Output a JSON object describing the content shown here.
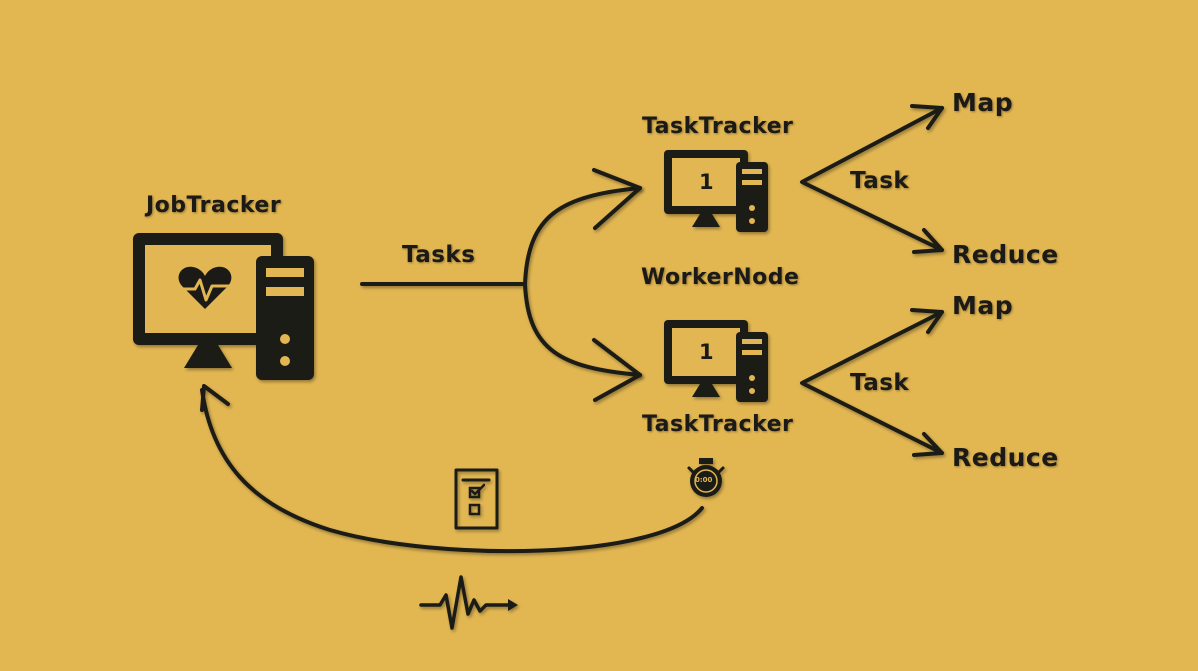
{
  "diagram": {
    "jobtracker": {
      "title": "JobTracker"
    },
    "edge_tasks": {
      "label": "Tasks"
    },
    "worker_node": {
      "label": "WorkerNode"
    },
    "tasktracker_top": {
      "title": "TaskTracker",
      "screen_number": "1"
    },
    "tasktracker_bottom": {
      "title": "TaskTracker",
      "screen_number": "1"
    },
    "branch_top": {
      "task_label": "Task",
      "map_label": "Map",
      "reduce_label": "Reduce"
    },
    "branch_bottom": {
      "task_label": "Task",
      "map_label": "Map",
      "reduce_label": "Reduce"
    },
    "stopwatch": {
      "display": "0:00"
    }
  },
  "colors": {
    "background": "#e2b752",
    "ink": "#1c1a17"
  }
}
